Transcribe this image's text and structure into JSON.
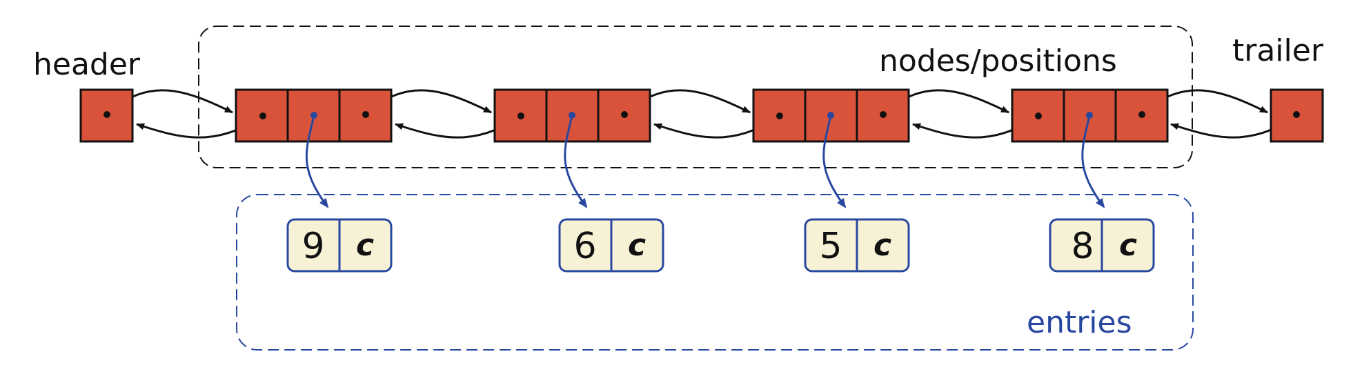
{
  "labels": {
    "header": "header",
    "trailer": "trailer",
    "nodes": "nodes/positions",
    "entries": "entries"
  },
  "entries": [
    {
      "key": "9",
      "value": "c"
    },
    {
      "key": "6",
      "value": "c"
    },
    {
      "key": "5",
      "value": "c"
    },
    {
      "key": "8",
      "value": "c"
    }
  ],
  "colors": {
    "node_fill": "#d9533a",
    "entry_fill": "#f7f1d6",
    "entry_stroke": "#2848a0",
    "pointer_blue": "#2848a0",
    "text_blue": "#2848a0",
    "outline": "#111111"
  }
}
